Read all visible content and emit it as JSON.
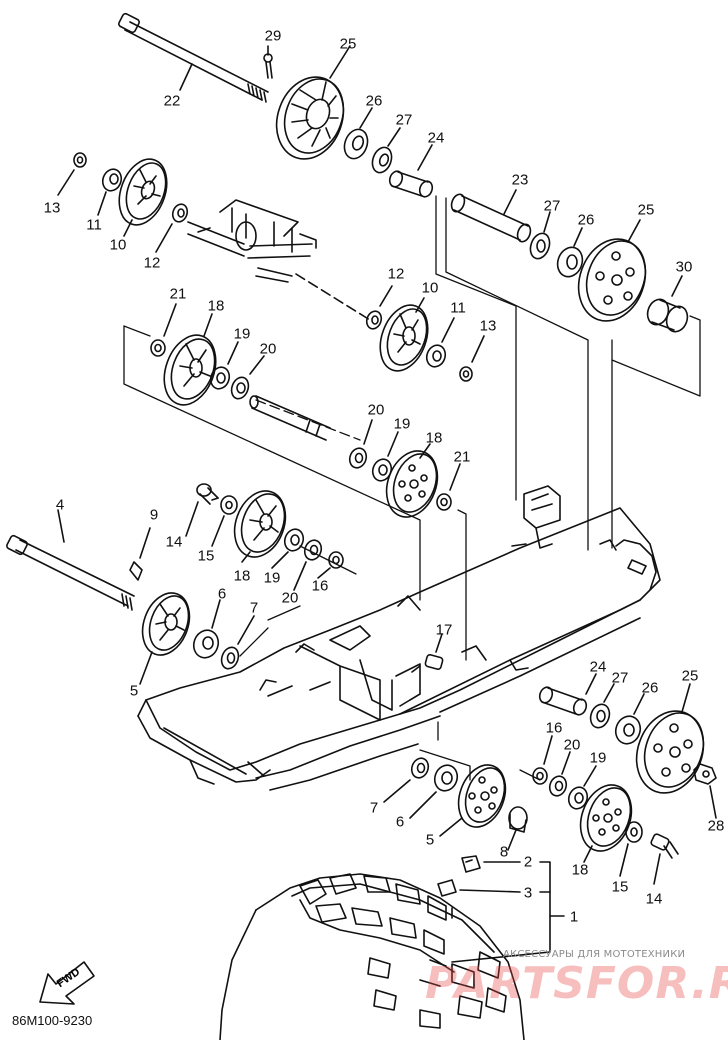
{
  "diagram": {
    "code": "86M100-9230",
    "fwd_label": "FWD",
    "watermark_sub": "АКСЕССУАРЫ ДЛЯ МОТОТЕХНИКИ",
    "watermark_main": "PARTSFOR.RU",
    "callouts": [
      "1",
      "2",
      "3",
      "4",
      "5",
      "6",
      "7",
      "8",
      "9",
      "10",
      "11",
      "12",
      "13",
      "14",
      "15",
      "16",
      "17",
      "18",
      "19",
      "20",
      "21",
      "22",
      "23",
      "24",
      "25",
      "26",
      "27",
      "28",
      "29",
      "30"
    ]
  }
}
